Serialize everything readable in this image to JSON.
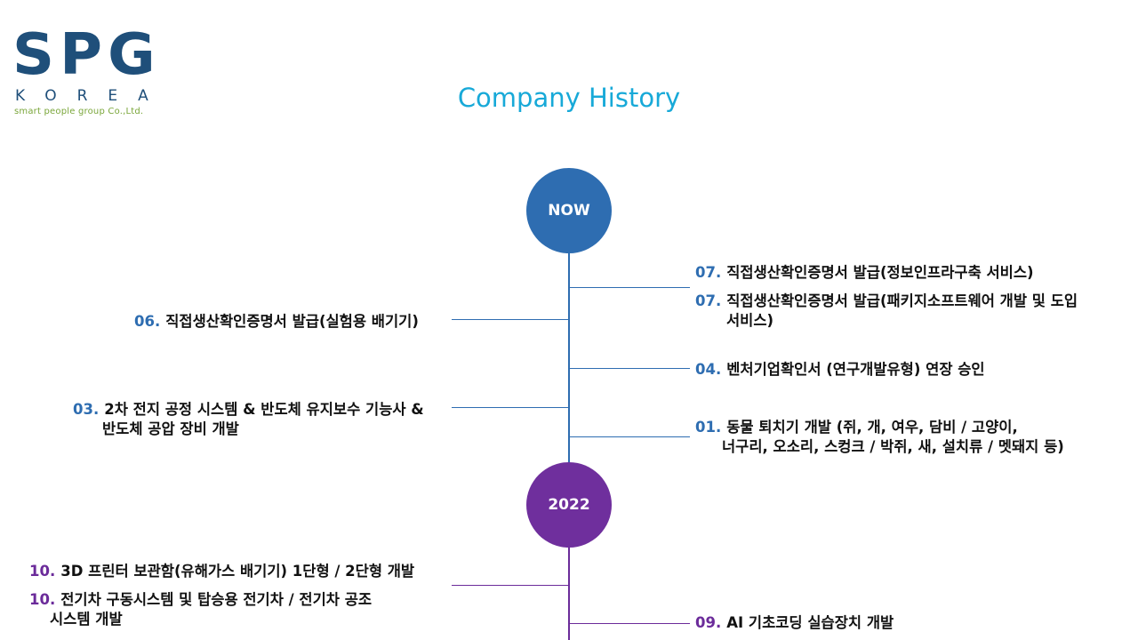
{
  "logo": {
    "main": "SPG",
    "sub": "KOREA",
    "tagline": "smart people group Co.,Ltd."
  },
  "title": "Company History",
  "colors": {
    "blue": "#2e6db1",
    "purple": "#6b2b9a",
    "title": "#17a9d8",
    "logo": "#1f4f7a",
    "tagline": "#7aa63a"
  },
  "markers": {
    "now": "NOW",
    "y2022": "2022"
  },
  "now": {
    "right": [
      {
        "month": "07.",
        "lines": [
          "직접생산확인증명서 발급(정보인프라구축 서비스)"
        ]
      },
      {
        "month": "07.",
        "lines": [
          "직접생산확인증명서 발급(패키지소프트웨어 개발 및 도입",
          "서비스)"
        ]
      },
      {
        "month": "04.",
        "lines": [
          "벤처기업확인서 (연구개발유형) 연장 승인"
        ]
      },
      {
        "month": "01.",
        "lines": [
          "동물 퇴치기 개발 (쥐, 개, 여우, 담비 / 고양이,",
          "너구리, 오소리, 스컹크 / 박쥐, 새, 설치류 / 멧돼지 등)"
        ]
      }
    ],
    "left": [
      {
        "month": "06.",
        "lines": [
          "직접생산확인증명서 발급(실험용 배기기)"
        ]
      },
      {
        "month": "03.",
        "lines": [
          "2차 전지 공정 시스템 & 반도체 유지보수 기능사 &",
          "반도체 공압 장비 개발"
        ]
      }
    ]
  },
  "y2022": {
    "left": [
      {
        "month": "10.",
        "lines": [
          "3D 프린터 보관함(유해가스 배기기) 1단형 / 2단형 개발"
        ]
      },
      {
        "month": "10.",
        "lines": [
          "전기차 구동시스템 및 탑승용 전기차 / 전기차 공조",
          "시스템 개발"
        ]
      }
    ],
    "right": [
      {
        "month": "09.",
        "lines": [
          "AI 기초코딩 실습장치 개발"
        ]
      }
    ]
  }
}
